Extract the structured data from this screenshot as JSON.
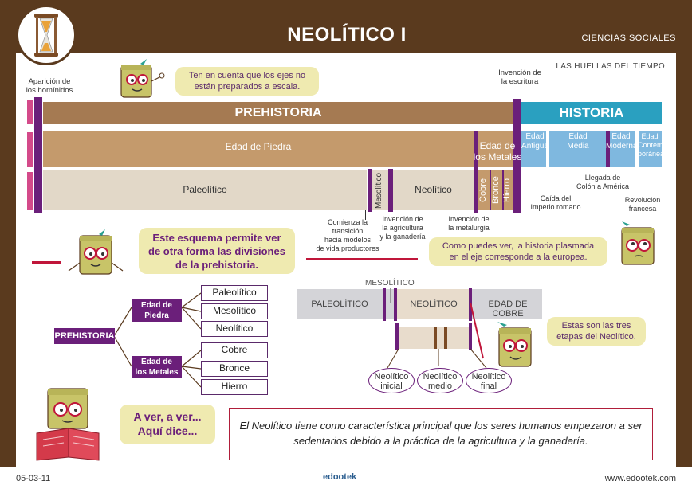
{
  "header": {
    "title": "NEOLÍTICO I",
    "subject": "CIENCIAS SOCIALES",
    "series": "LAS HUELLAS DEL TIEMPO"
  },
  "footer": {
    "code": "05-03-11",
    "brand": "edootek",
    "url": "www.edootek.com"
  },
  "timeline": {
    "origin_label_line1": "Aparición de",
    "origin_label_line2": "los homínidos",
    "writing_label_line1": "Invención de",
    "writing_label_line2": "la escritura",
    "bubble_scale_line1": "Ten en cuenta que los ejes no",
    "bubble_scale_line2": "están preparados a escala.",
    "prehistoria": "PREHISTORIA",
    "historia": "HISTORIA",
    "edad_piedra": "Edad de Piedra",
    "edad_metales_line1": "Edad de",
    "edad_metales_line2": "los Metales",
    "paleolitico": "Paleolítico",
    "mesolitico": "Mesolítico",
    "neolitico": "Neolítico",
    "cobre": "Cobre",
    "bronce": "Bronce",
    "hierro": "Hierro",
    "historia_ages": [
      {
        "line1": "Edad",
        "line2": "Antigua"
      },
      {
        "line1": "Edad",
        "line2": "Media"
      },
      {
        "line1": "Edad",
        "line2": "Moderna"
      },
      {
        "line1": "Edad",
        "line2": "Contem-",
        "line3": "poránea"
      }
    ],
    "notes": {
      "transicion": [
        "Comienza la",
        "transición",
        "hacia modelos",
        "de vida productores"
      ],
      "agricultura": [
        "Invención de",
        "la agricultura",
        "y la ganadería"
      ],
      "metalurgia": [
        "Invención de",
        "la metalurgia"
      ],
      "imperio": [
        "Caída del",
        "Imperio romano"
      ],
      "colon": [
        "Llegada de",
        "Colón a América"
      ],
      "revolucion": [
        "Revolución",
        "francesa"
      ]
    }
  },
  "bubbles": {
    "scheme": [
      "Este esquema permite ver",
      "de otra forma las divisiones",
      "de la prehistoria."
    ],
    "europe": [
      "Como puedes ver, la historia plasmada",
      "en el eje corresponde a la europea."
    ],
    "stages": [
      "Estas son las tres",
      "etapas del Neolítico."
    ],
    "read": [
      "A ver, a ver...",
      "Aquí dice..."
    ]
  },
  "tree": {
    "root": "PREHISTORIA",
    "branch1": [
      "Edad de",
      "Piedra"
    ],
    "branch2": [
      "Edad de",
      "los Metales"
    ],
    "leaves1": [
      "Paleolítico",
      "Mesolítico",
      "Neolítico"
    ],
    "leaves2": [
      "Cobre",
      "Bronce",
      "Hierro"
    ]
  },
  "zoom": {
    "mesolitico": "MESOLÍTICO",
    "paleolitico": "PALEOLÍTICO",
    "neolitico": "NEOLÍTICO",
    "cobre": "EDAD DE COBRE",
    "stages": [
      {
        "line1": "Neolítico",
        "line2": "inicial"
      },
      {
        "line1": "Neolítico",
        "line2": "medio"
      },
      {
        "line1": "Neolítico",
        "line2": "final"
      }
    ]
  },
  "note": {
    "line1": "El Neolítico tiene como característica principal que los seres humanos empezaron a ser",
    "line2": "sedentarios debido a la práctica de la agricultura y la ganadería."
  }
}
